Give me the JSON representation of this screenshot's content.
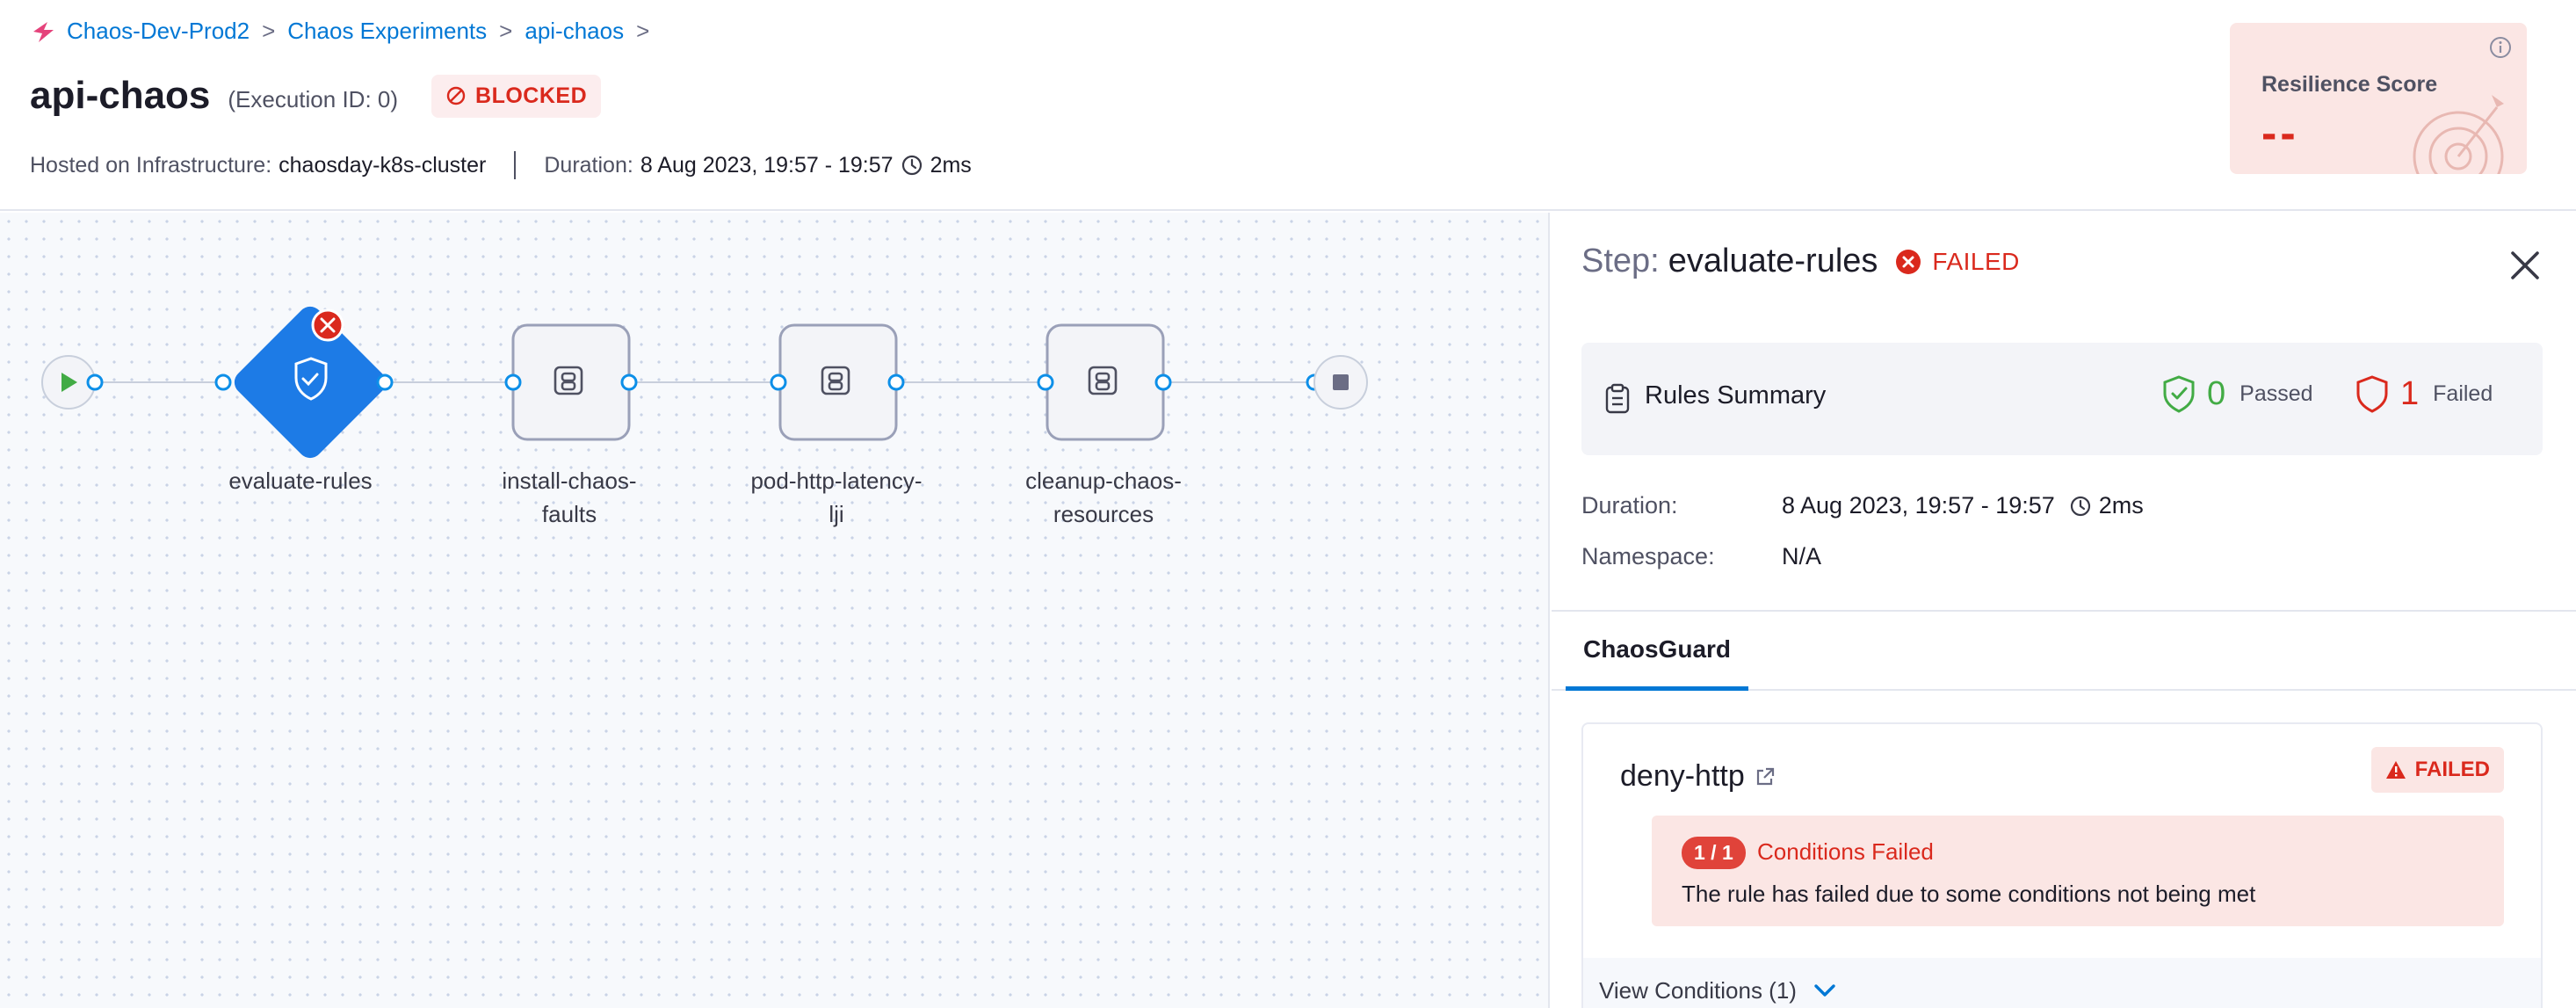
{
  "breadcrumb": {
    "items": [
      "Chaos-Dev-Prod2",
      "Chaos Experiments",
      "api-chaos"
    ],
    "separator": ">"
  },
  "header": {
    "title": "api-chaos",
    "execution_id": "(Execution ID: 0)",
    "status": "BLOCKED",
    "infra_label": "Hosted on Infrastructure:",
    "infra_value": "chaosday-k8s-cluster",
    "duration_label": "Duration:",
    "duration_value": "8 Aug 2023, 19:57 - 19:57",
    "duration_elapsed": "2ms"
  },
  "resilience": {
    "title": "Resilience Score",
    "value": "--"
  },
  "pipeline": {
    "nodes": [
      {
        "label": "evaluate-rules",
        "kind": "rules",
        "status": "failed"
      },
      {
        "label": "install-chaos-\nfaults",
        "kind": "step"
      },
      {
        "label": "pod-http-latency-\nlji",
        "kind": "step"
      },
      {
        "label": "cleanup-chaos-\nresources",
        "kind": "step"
      }
    ]
  },
  "panel": {
    "step_prefix": "Step:",
    "step_name": "evaluate-rules",
    "step_status": "FAILED",
    "rules_summary": {
      "label": "Rules Summary",
      "passed_count": "0",
      "passed_label": "Passed",
      "failed_count": "1",
      "failed_label": "Failed"
    },
    "duration_label": "Duration:",
    "duration_value": "8 Aug 2023, 19:57 - 19:57",
    "duration_elapsed": "2ms",
    "namespace_label": "Namespace:",
    "namespace_value": "N/A",
    "tabs": [
      "ChaosGuard"
    ]
  },
  "rule": {
    "name": "deny-http",
    "status": "FAILED",
    "conditions_badge": "1 / 1",
    "conditions_title": "Conditions Failed",
    "conditions_desc": "The rule has failed due to some conditions not being met",
    "view_conditions": "View Conditions (1)"
  },
  "colors": {
    "accent": "#0278d5",
    "danger": "#da291d",
    "success": "#42ab45",
    "node_blue": "#1d7be6"
  },
  "icons": {
    "breadcrumb_logo": "chaos-logo-icon",
    "blocked": "ban-icon",
    "clock": "clock-icon",
    "info": "info-icon",
    "close": "close-icon",
    "clipboard": "clipboard-icon",
    "shield_check": "shield-check-icon",
    "shield": "shield-icon",
    "warning": "warning-icon",
    "external_link": "external-link-icon",
    "chevron_down": "chevron-down-icon"
  }
}
